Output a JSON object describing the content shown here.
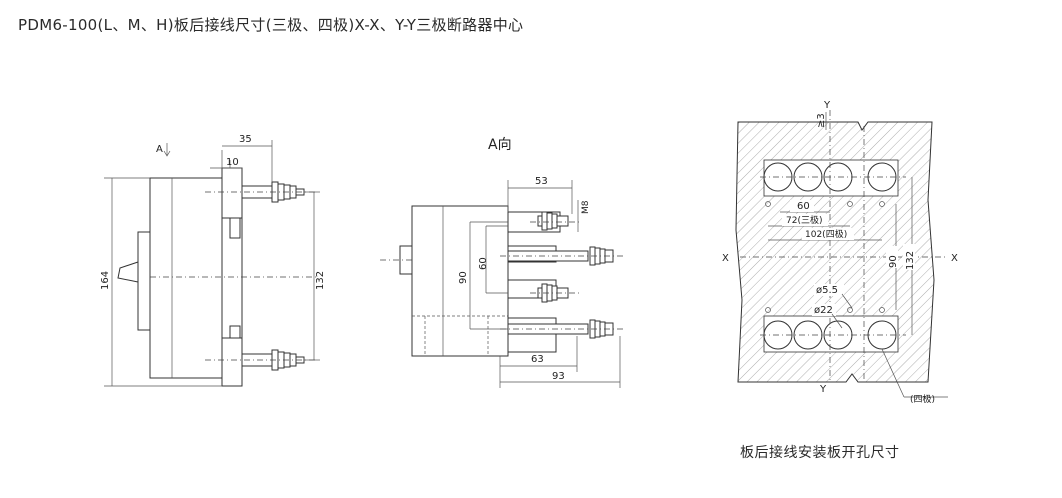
{
  "title": "PDM6-100(L、M、H)板后接线尺寸(三极、四极)X-X、Y-Y三极断路器中心",
  "caption": "板后接线安装板开孔尺寸",
  "side_view": {
    "arrow_label": "A",
    "dim_35": "35",
    "dim_10": "10",
    "dim_164": "164",
    "dim_132": "132"
  },
  "a_view": {
    "label": "A向",
    "dim_53": "53",
    "dim_M8": "M8",
    "dim_60": "60",
    "dim_90": "90",
    "dim_63": "63",
    "dim_93": "93"
  },
  "cutout": {
    "axis_x": "X",
    "axis_y": "Y",
    "dim_ge3": "≥3",
    "dim_60": "60",
    "dim_72": "72(三极)",
    "dim_102": "102(四极)",
    "dim_90": "90",
    "dim_132": "132",
    "dim_d55": "ø5.5",
    "dim_d22": "ø22",
    "note_4pole": "(四极)"
  }
}
